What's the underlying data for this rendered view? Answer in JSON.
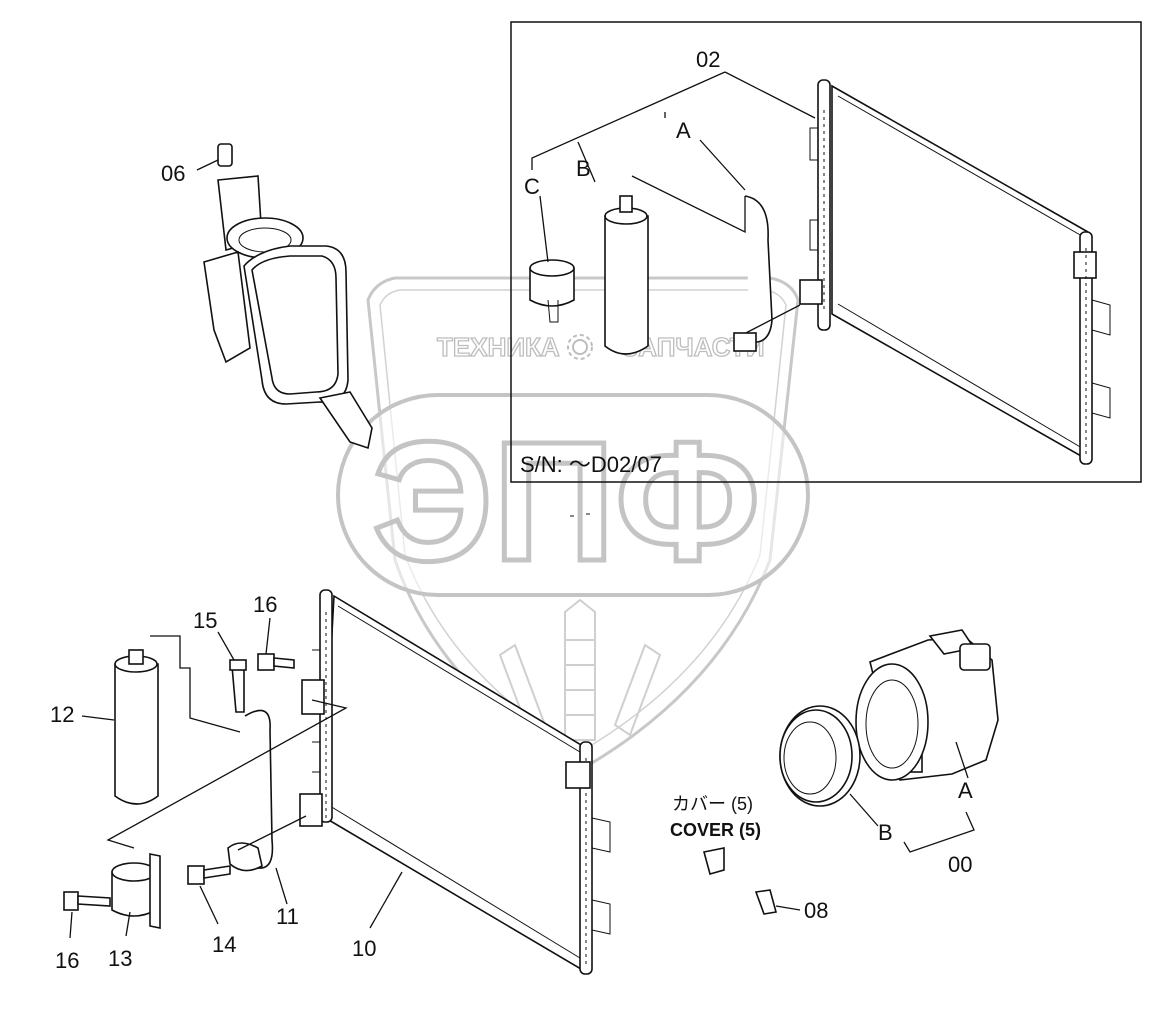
{
  "watermark": {
    "left_word": "ТЕХНИКА",
    "right_word": "ЗАПЧАСТИ",
    "logo_letters": "ЭПФ"
  },
  "inset": {
    "serial": "S/N: ～D02/07",
    "labels": {
      "assembly": "02",
      "a": "A",
      "b": "B",
      "c": "C"
    }
  },
  "labels": {
    "p06": "06",
    "p15": "15",
    "p16_top": "16",
    "p12": "12",
    "p16_bottom": "16",
    "p13": "13",
    "p14": "14",
    "p11": "11",
    "p10": "10",
    "cover_jp": "カバー (5)",
    "cover_en": "COVER (5)",
    "p08": "08",
    "p00": "00",
    "comp_a": "A",
    "comp_b": "B"
  },
  "colors": {
    "line": "#111111",
    "watermark": "#c4c4c4"
  }
}
